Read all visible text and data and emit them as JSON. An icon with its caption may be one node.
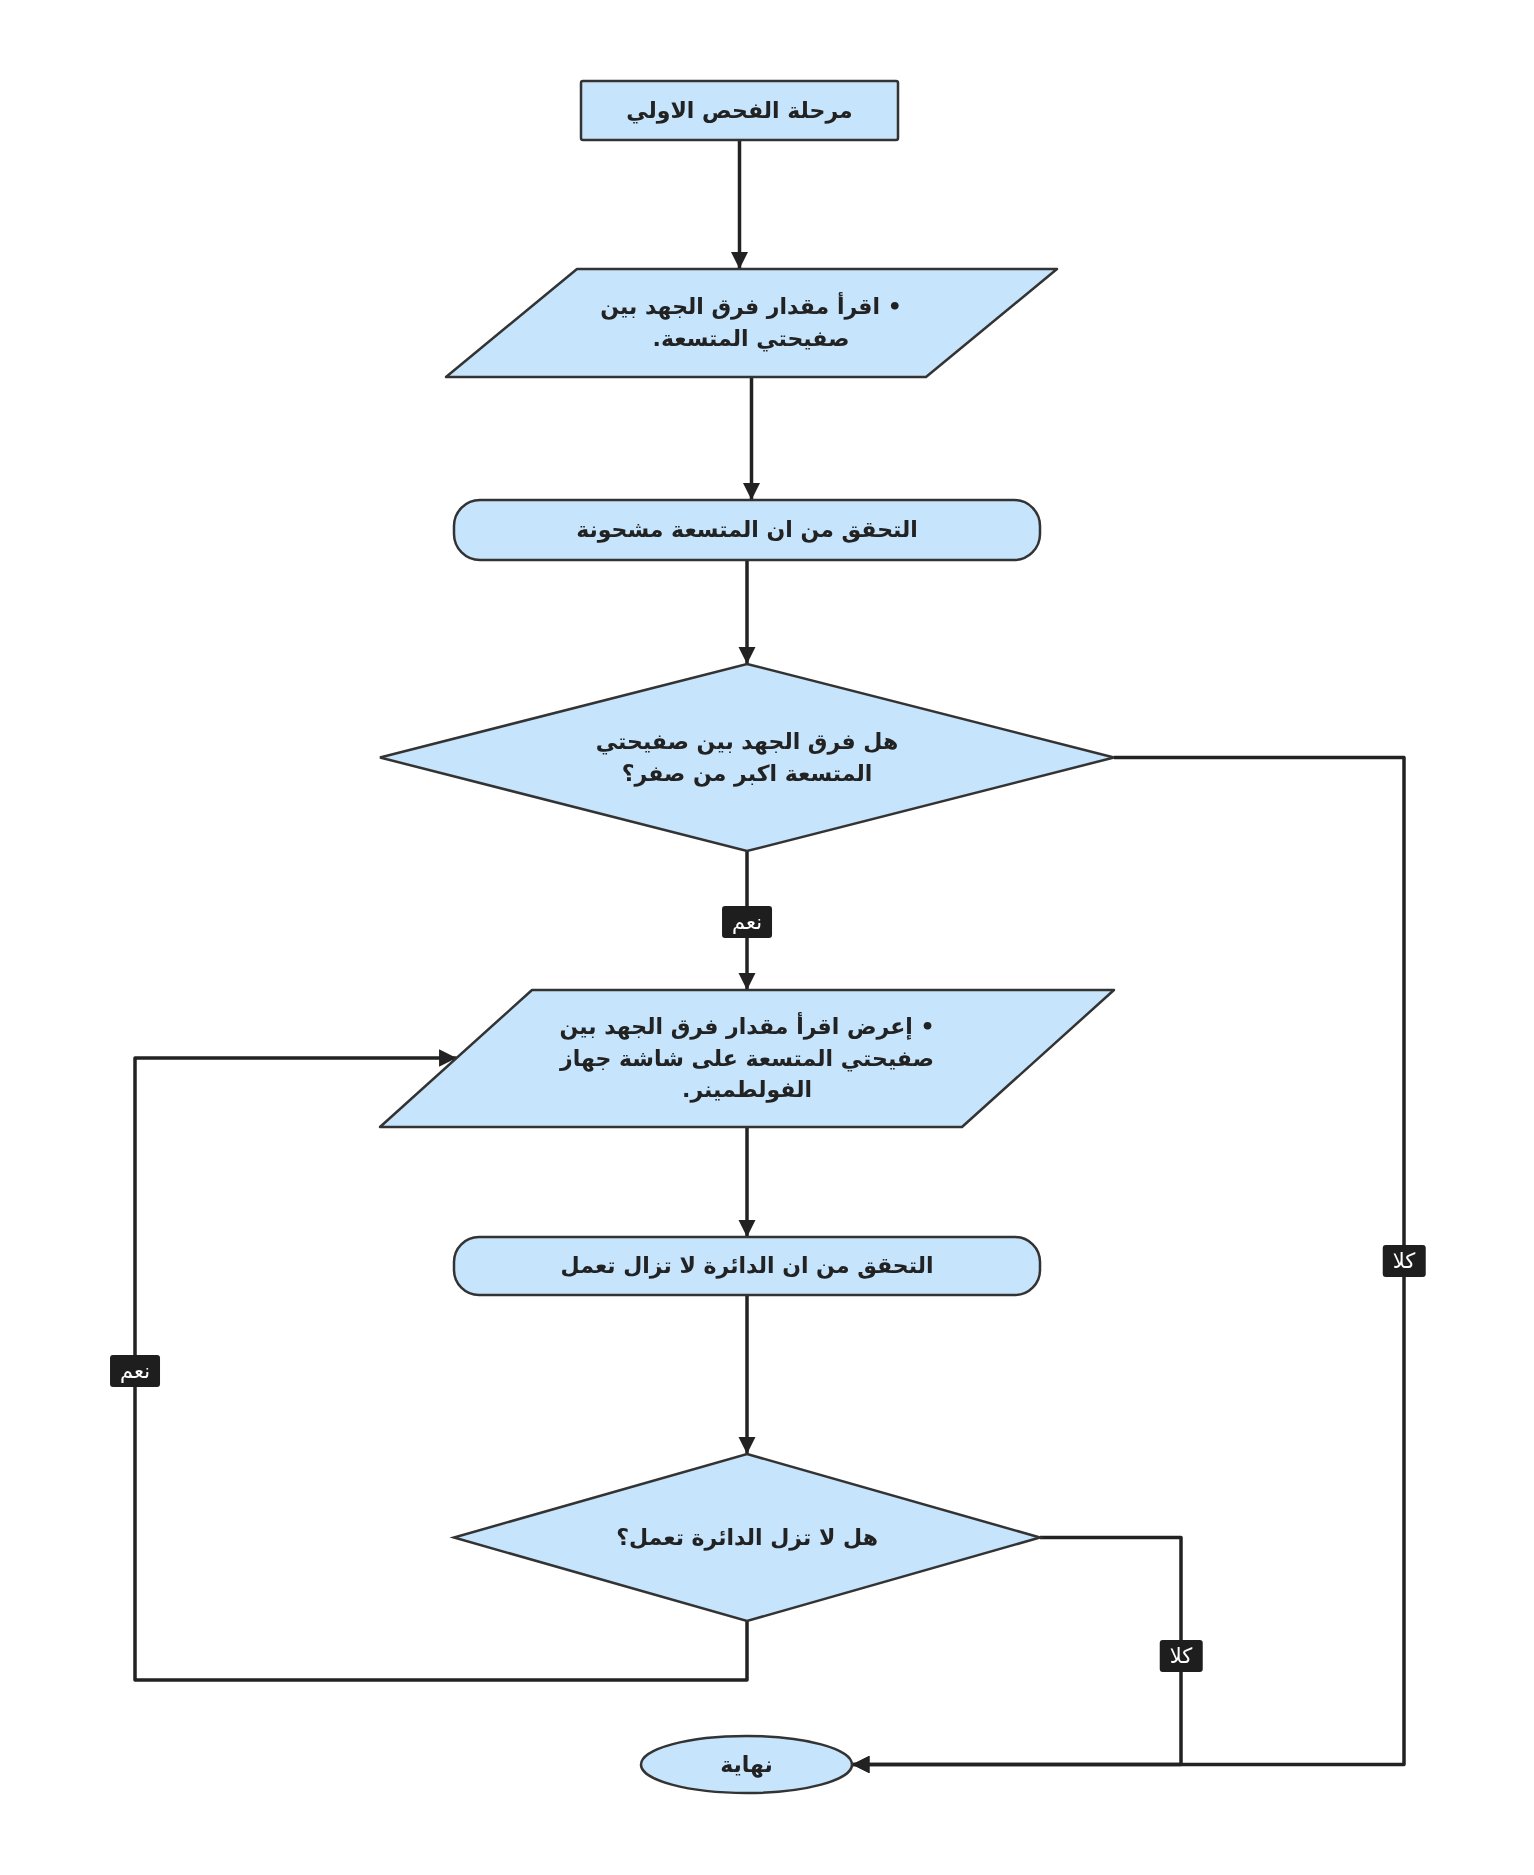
{
  "diagram": {
    "nodes": [
      {
        "text": [
          "مرحلة الفحص الاولي"
        ]
      },
      {
        "text": [
          "• اقرأ مقدار فرق الجهد بين صفيحتي المتسعة."
        ]
      },
      {
        "text": [
          "التحقق من ان المتسعة مشحونة"
        ]
      },
      {
        "text": [
          "هل فرق الجهد بين صفيحتي المتسعة اكبر من صفر؟"
        ]
      },
      {
        "text": [
          "• إعرض اقرأ مقدار فرق الجهد بين صفيحتي المتسعة على شاشة جهاز الفولطمينر."
        ]
      },
      {
        "text": [
          "التحقق من ان الدائرة لا تزال تعمل"
        ]
      },
      {
        "text": [
          "هل لا تزل الدائرة تعمل؟"
        ]
      },
      {
        "text": [
          "نهاية"
        ]
      }
    ],
    "edges": [
      {
        "from": 0,
        "to": 1,
        "arrow": "to"
      },
      {
        "from": 1,
        "to": 2,
        "arrow": "to"
      },
      {
        "from": 2,
        "to": 3,
        "arrow": "to"
      },
      {
        "from": 3,
        "to": 4,
        "arrow": "to",
        "label": "نعم"
      },
      {
        "from": 4,
        "to": 5,
        "arrow": "to"
      },
      {
        "from": 5,
        "to": 6,
        "arrow": "to"
      },
      {
        "from": 6,
        "to": 4,
        "arrow": "to",
        "label": "نعم"
      },
      {
        "from": 6,
        "to": 7,
        "arrow": "to",
        "label": "كلا"
      },
      {
        "from": 3,
        "to": 7,
        "arrow": "to",
        "label": "كلا"
      }
    ]
  }
}
